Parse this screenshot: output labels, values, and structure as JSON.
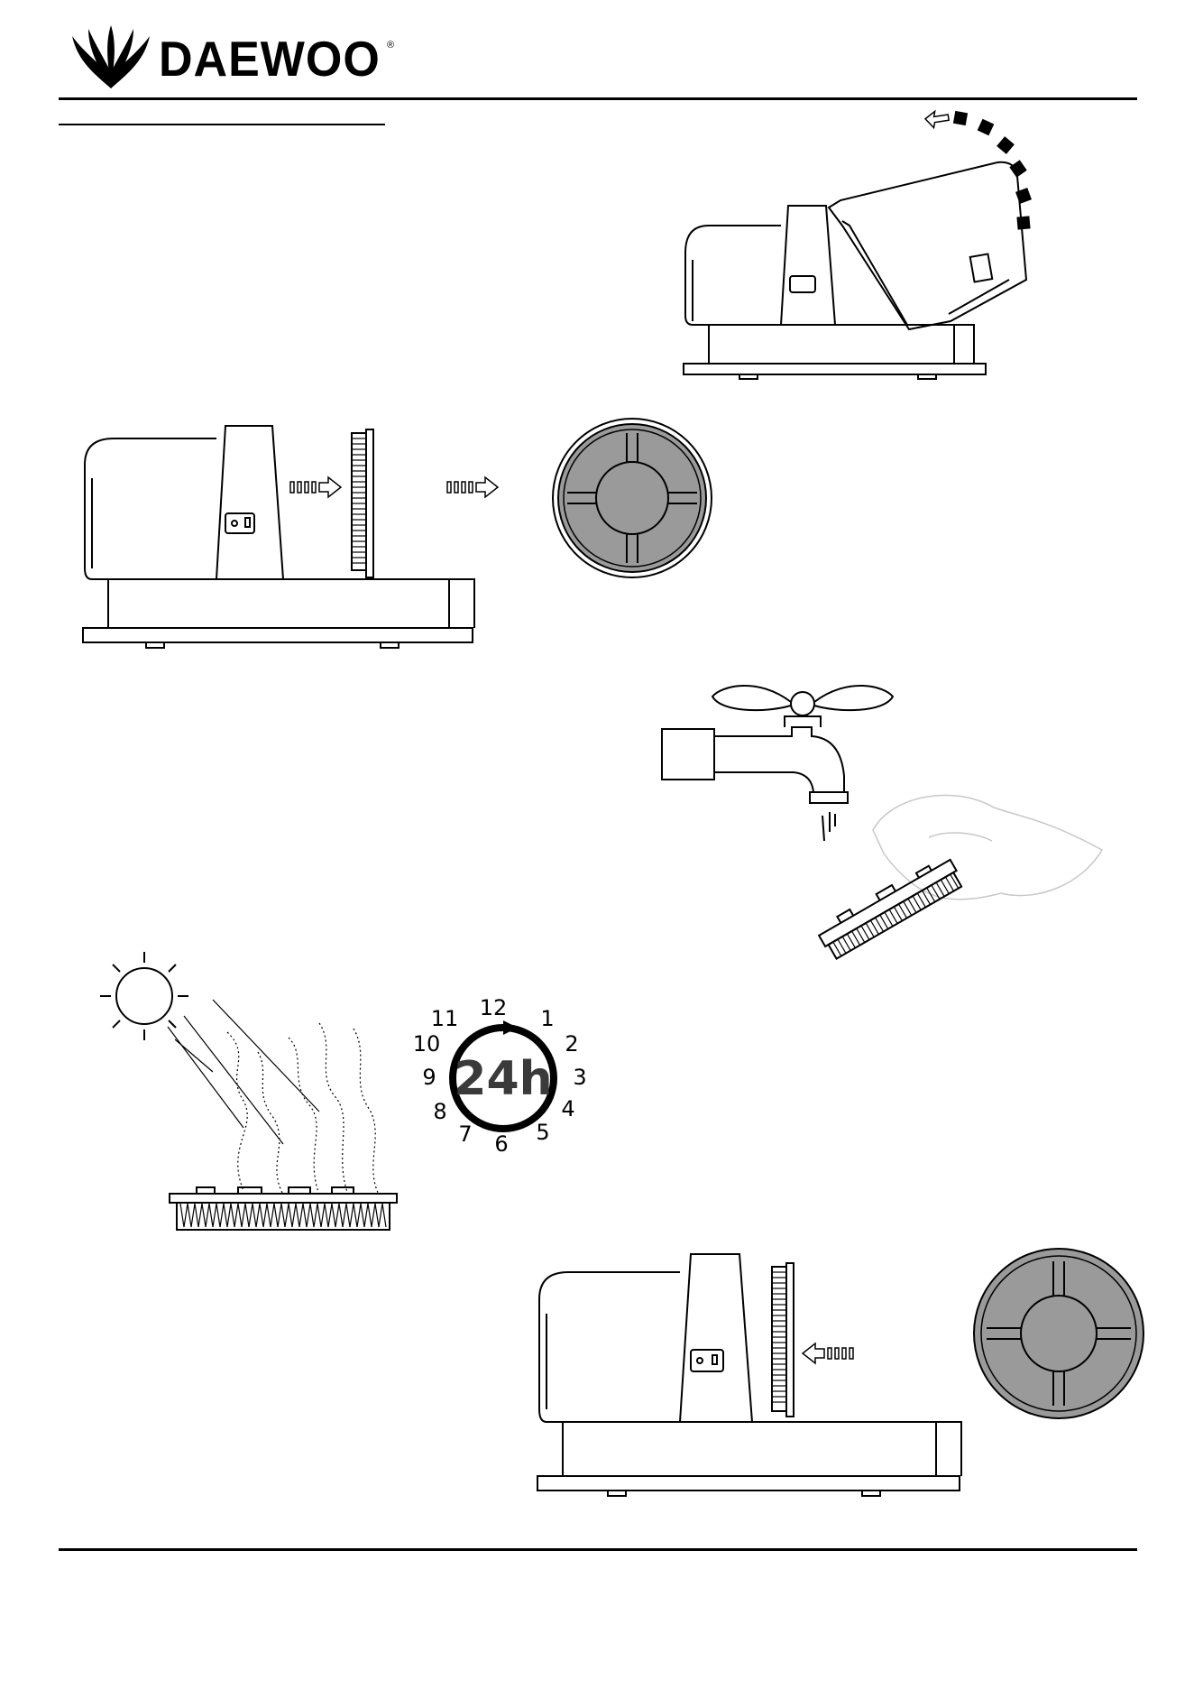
{
  "header": {
    "brand_name": "DAEWOO",
    "registered_mark": "®"
  },
  "timer": {
    "label": "24h",
    "numbers": [
      "12",
      "1",
      "2",
      "3",
      "4",
      "5",
      "6",
      "7",
      "8",
      "9",
      "10",
      "11"
    ]
  },
  "icons": {
    "logo": "daewoo-fan-logo",
    "sun": "sun-icon",
    "tap": "water-tap-icon",
    "hand": "hand-icon",
    "arrow": "dashed-arrow-icon",
    "clock": "clock-cycle-icon"
  },
  "colors": {
    "line": "#000000",
    "filter_gray": "#9a9a9a",
    "text_dark": "#3a3a3a"
  }
}
